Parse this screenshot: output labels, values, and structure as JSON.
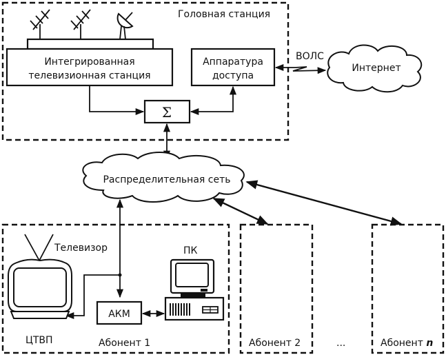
{
  "diagram": {
    "head_station": {
      "title": "Головная станция",
      "itv_station": [
        "Интегрированная",
        "телевизионная станция"
      ],
      "access_equipment": [
        "Аппаратура",
        "доступа"
      ],
      "summator": "Σ",
      "antennas": [
        "terrestrial-antenna",
        "terrestrial-antenna",
        "satellite-dish"
      ]
    },
    "link_label": "ВОЛС",
    "internet": "Интернет",
    "distribution_network": "Распределительная сеть",
    "subscriber1": {
      "title": "Абонент 1",
      "tv_label": "Телевизор",
      "tv_type": "ЦТВП",
      "pc_label": "ПК",
      "modem": "АКМ"
    },
    "subscriber2": {
      "title": "Абонент 2"
    },
    "ellipsis": "...",
    "subscriber_n": {
      "title_prefix": "Абонент",
      "title_var": "n"
    }
  }
}
